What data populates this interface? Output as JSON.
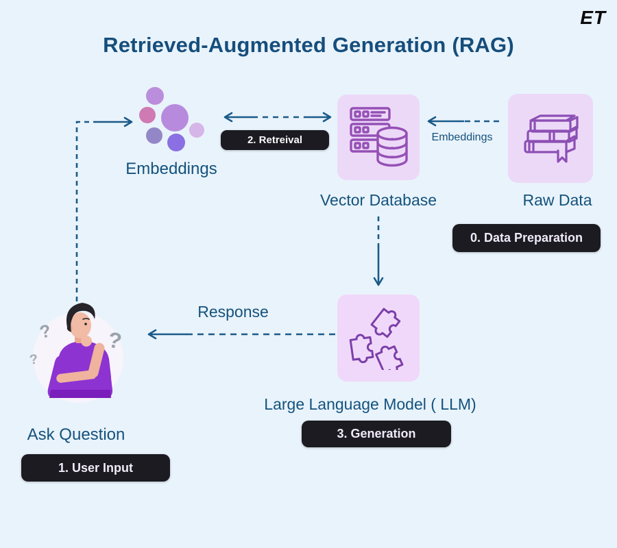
{
  "brand": {
    "logo": "ET"
  },
  "title": "Retrieved-Augmented Generation (RAG)",
  "nodes": {
    "embeddings": {
      "label": "Embeddings",
      "icon": "embedding-dots-cluster-icon"
    },
    "vector_database": {
      "label": "Vector Database",
      "icon": "server-database-icon"
    },
    "raw_data": {
      "label": "Raw Data",
      "icon": "books-icon"
    },
    "llm": {
      "label": "Large Language Model ( LLM)",
      "icon": "puzzle-pieces-icon"
    },
    "user": {
      "label": "Ask Question",
      "icon": "thinking-person-illustration"
    }
  },
  "badges": {
    "data_preparation": "0. Data Preparation",
    "user_input": "1. User Input",
    "retrieval": "2. Retreival",
    "generation": "3. Generation"
  },
  "edges": {
    "raw_to_vector_label": "Embeddings",
    "llm_to_user_label": "Response"
  },
  "colors": {
    "background": "#e9f3fb",
    "title_text": "#164e7c",
    "label_text": "#14527d",
    "arrow": "#1a5a8a",
    "badge_background": "#1b1b21",
    "badge_text": "#f0eaf8",
    "node_box_background": "#ecd9f8",
    "icon_stroke": "#9550b5"
  }
}
